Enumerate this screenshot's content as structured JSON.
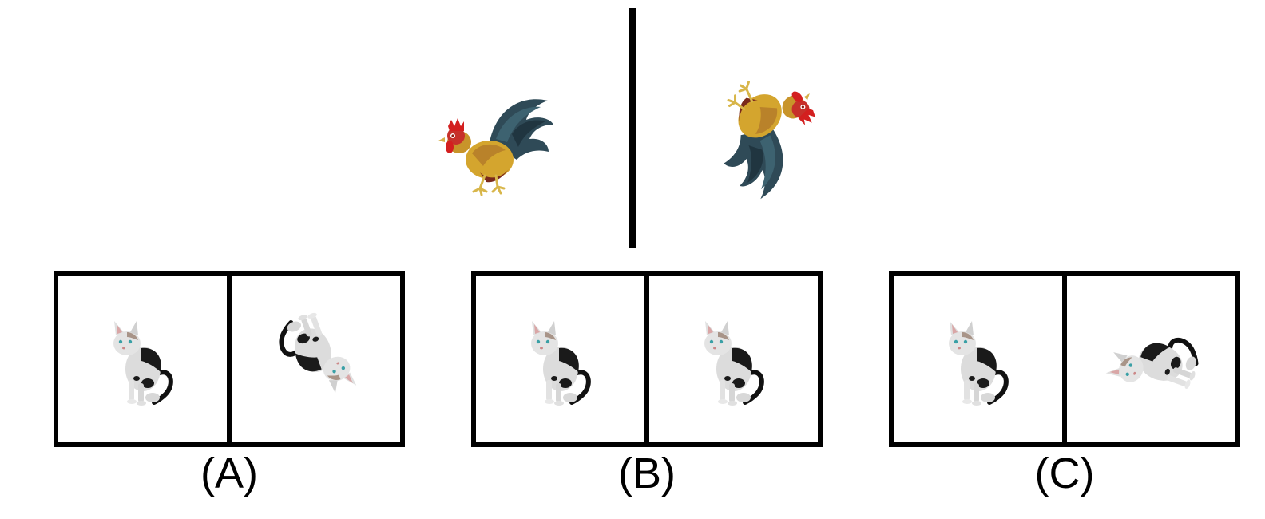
{
  "reference": {
    "left_image": "rooster",
    "right_image": "rooster",
    "right_rotation_deg": 135
  },
  "options": [
    {
      "label": "(A)",
      "left_image": "cat",
      "right_image": "cat",
      "right_rotation_deg": 160
    },
    {
      "label": "(B)",
      "left_image": "cat",
      "right_image": "cat",
      "right_rotation_deg": 0
    },
    {
      "label": "(C)",
      "left_image": "cat",
      "right_image": "cat",
      "right_rotation_deg": -70
    }
  ]
}
